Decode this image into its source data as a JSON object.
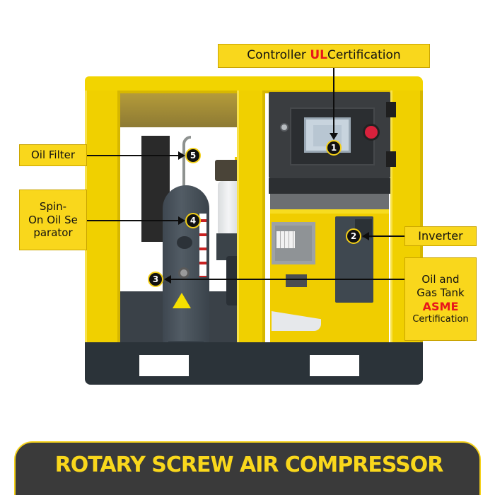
{
  "product": {
    "banner_title": "ROTARY SCREW AIR COMPRESSOR"
  },
  "callouts": [
    {
      "number": "1",
      "label_prefix": "Controller ",
      "label_highlight": "UL",
      "label_suffix": "Certification"
    },
    {
      "number": "2",
      "label": "Inverter"
    },
    {
      "number": "3",
      "label_line1": "Oil and",
      "label_line2": "Gas Tank",
      "label_highlight": "ASME",
      "label_line4": "Certification"
    },
    {
      "number": "4",
      "label_line1": "Spin-",
      "label_line2": "On Oil Se",
      "label_line3": "parator"
    },
    {
      "number": "5",
      "label": "Oil Filter"
    }
  ],
  "colors": {
    "label_background": "#f9d71c",
    "highlight_red": "#e8171b",
    "machine_yellow": "#f0d000",
    "banner_background": "#3a3a3a",
    "banner_text": "#f9d71c",
    "pallet_dark": "#2b3339"
  }
}
